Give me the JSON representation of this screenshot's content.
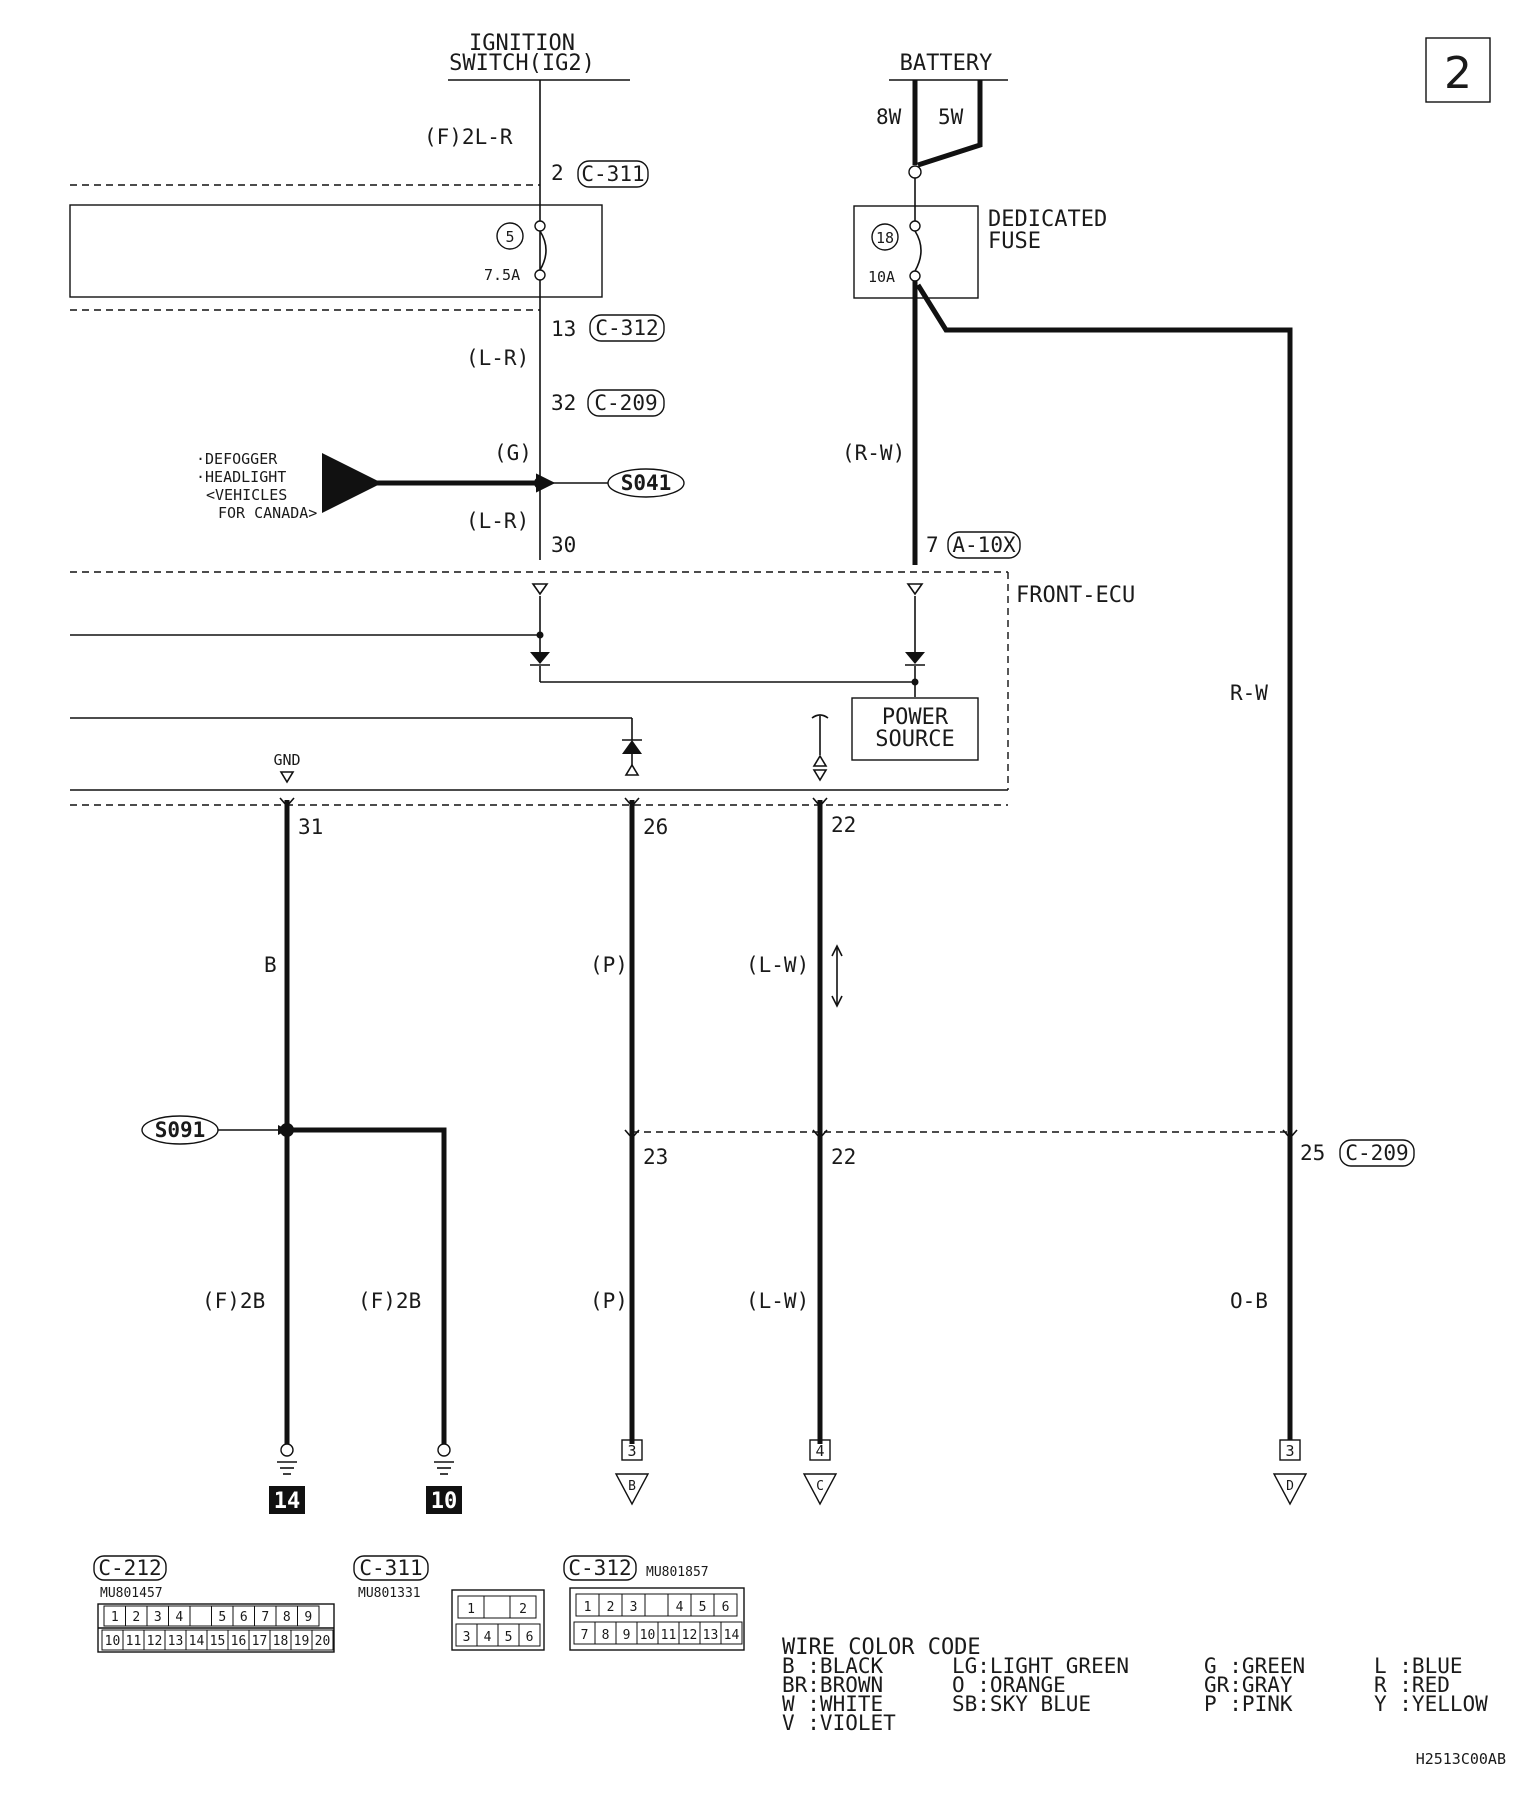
{
  "page_number": "2",
  "sources": {
    "ignition_line1": "IGNITION",
    "ignition_line2": "SWITCH(IG2)",
    "battery": "BATTERY",
    "battery_wire_left": "8W",
    "battery_wire_right": "5W"
  },
  "fuses": {
    "fuse5_number": "5",
    "fuse5_rating": "7.5A",
    "fuse18_number": "18",
    "fuse18_rating": "10A",
    "dedicated_line1": "DEDICATED",
    "dedicated_line2": "FUSE"
  },
  "wire_labels": {
    "f_2l_r": "(F)2L-R",
    "l_r_upper": "(L-R)",
    "g": "(G)",
    "l_r_lower": "(L-R)",
    "r_w_paren": "(R-W)",
    "r_w": "R-W",
    "b": "B",
    "p_upper": "(P)",
    "l_w_upper": "(L-W)",
    "f_2b_left": "(F)2B",
    "f_2b_right": "(F)2B",
    "p_lower": "(P)",
    "l_w_lower": "(L-W)",
    "o_b": "O-B"
  },
  "pins": {
    "p2": "2",
    "p13": "13",
    "p32": "32",
    "p30": "30",
    "p7": "7",
    "p31": "31",
    "p26": "26",
    "p22_top": "22",
    "p23": "23",
    "p22_bottom": "22",
    "p25": "25"
  },
  "connectors_ref": {
    "c311": "C-311",
    "c312": "C-312",
    "c209_top": "C-209",
    "a10x": "A-10X",
    "c209_bottom": "C-209"
  },
  "splices": {
    "s041": "S041",
    "s091": "S091"
  },
  "defogger_note": {
    "line1": "·DEFOGGER",
    "line2": "·HEADLIGHT",
    "line3": "<VEHICLES",
    "line4": "FOR CANADA>"
  },
  "ecu": {
    "name": "FRONT-ECU",
    "power_line1": "POWER",
    "power_line2": "SOURCE",
    "gnd": "GND"
  },
  "terminals": {
    "ground14": "14",
    "ground10": "10",
    "ref_b_page": "3",
    "ref_b_letter": "B",
    "ref_c_page": "4",
    "ref_c_letter": "C",
    "ref_d_page": "3",
    "ref_d_letter": "D"
  },
  "connector_diagrams": {
    "c212": {
      "name": "C-212",
      "part": "MU801457",
      "row1": [
        "1",
        "2",
        "3",
        "4",
        "",
        "5",
        "6",
        "7",
        "8",
        "9"
      ],
      "row2": [
        "10",
        "11",
        "12",
        "13",
        "14",
        "15",
        "16",
        "17",
        "18",
        "19",
        "20"
      ]
    },
    "c311": {
      "name": "C-311",
      "part": "MU801331",
      "row1": [
        "1",
        "",
        "2"
      ],
      "row2": [
        "3",
        "4",
        "5",
        "6"
      ]
    },
    "c312": {
      "name": "C-312",
      "part": "MU801857",
      "row1": [
        "1",
        "2",
        "3",
        "",
        "4",
        "5",
        "6"
      ],
      "row2": [
        "7",
        "8",
        "9",
        "10",
        "11",
        "12",
        "13",
        "14"
      ]
    }
  },
  "wire_color_code": {
    "title": "WIRE COLOR CODE",
    "col1": [
      "B :BLACK",
      "BR:BROWN",
      "W :WHITE",
      "V :VIOLET"
    ],
    "col2": [
      "LG:LIGHT GREEN",
      "O :ORANGE",
      "SB:SKY BLUE"
    ],
    "col3": [
      "G :GREEN",
      "GR:GRAY",
      "P :PINK"
    ],
    "col4": [
      "L :BLUE",
      "R :RED",
      "Y :YELLOW"
    ]
  },
  "figure_code": "H2513C00AB"
}
